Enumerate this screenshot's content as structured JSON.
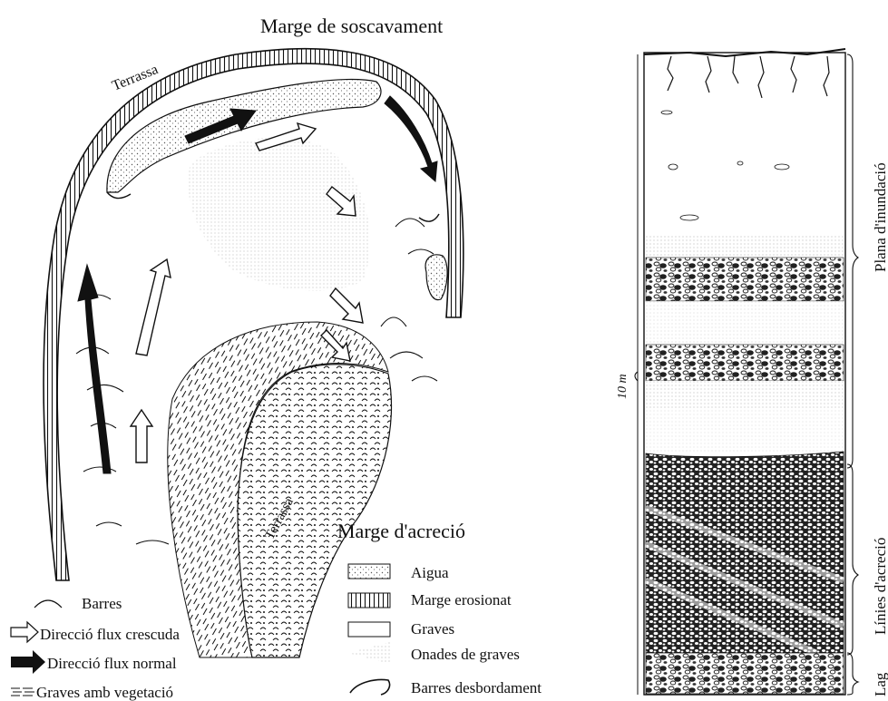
{
  "map": {
    "title_top": "Marge de soscavament",
    "label_terrassa_top": "Terrassa",
    "label_terrassa_inner": "Terrassa",
    "title_bottom": "Marge d'acreció"
  },
  "legend_left": [
    {
      "icon": "barres-arc-icon",
      "label": "Barres"
    },
    {
      "icon": "open-arrow-icon",
      "label": "Direcció flux crescuda"
    },
    {
      "icon": "black-arrow-icon",
      "label": "Direcció flux normal"
    },
    {
      "icon": "vegetation-hatch-icon",
      "label": "Graves amb vegetació"
    }
  ],
  "legend_right": [
    {
      "icon": "dotted-box-icon",
      "label": "Aigua"
    },
    {
      "icon": "vertical-hatch-box-icon",
      "label": "Marge erosionat"
    },
    {
      "icon": "empty-box-icon",
      "label": "Graves"
    },
    {
      "icon": "fan-dots-icon",
      "label": "Onades de graves"
    },
    {
      "icon": "hook-icon",
      "label": "Barres desbordament"
    }
  ],
  "column": {
    "scale_label": "10 m",
    "units": [
      {
        "label": "Plana d'inundació"
      },
      {
        "label": "Línies d'acreció"
      },
      {
        "label": "Lag"
      }
    ]
  }
}
